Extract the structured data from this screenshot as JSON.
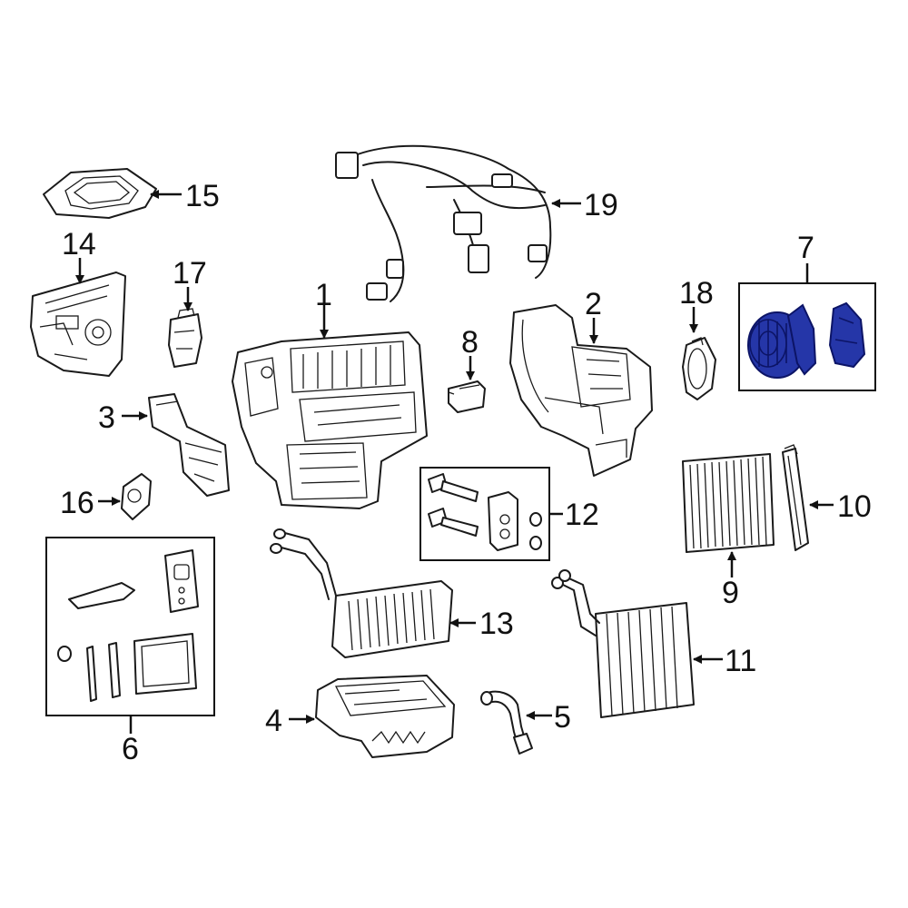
{
  "callouts": {
    "c1": "1",
    "c2": "2",
    "c3": "3",
    "c4": "4",
    "c5": "5",
    "c6": "6",
    "c7": "7",
    "c8": "8",
    "c9": "9",
    "c10": "10",
    "c11": "11",
    "c12": "12",
    "c13": "13",
    "c14": "14",
    "c15": "15",
    "c16": "16",
    "c17": "17",
    "c18": "18",
    "c19": "19"
  },
  "highlight": {
    "part": "7",
    "color": "#2536a8"
  }
}
